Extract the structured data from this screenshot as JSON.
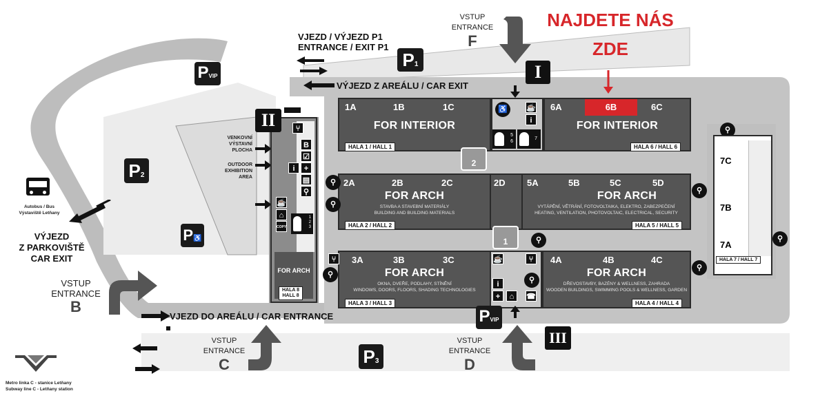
{
  "callout": {
    "line1": "NAJDETE NÁS",
    "line2": "ZDE",
    "color": "#d7262a"
  },
  "exits": {
    "p1_line1": "VJEZD / VÝJEZD P1",
    "p1_line2": "ENTRANCE / EXIT P1",
    "car_exit": "VÝJEZD Z AREÁLU / CAR EXIT",
    "car_entrance": "VJEZD DO AREÁLU / CAR ENTRANCE",
    "parking_exit_line1": "VÝJEZD",
    "parking_exit_line2": "Z PARKOVIŠTĚ",
    "parking_exit_line3": "CAR EXIT"
  },
  "gates": {
    "f": {
      "line1": "VSTUP",
      "line2": "ENTRANCE",
      "letter": "F"
    },
    "b": {
      "line1": "VSTUP",
      "line2": "ENTRANCE",
      "letter": "B"
    },
    "c": {
      "line1": "VSTUP",
      "line2": "ENTRANCE",
      "letter": "C"
    },
    "d": {
      "line1": "VSTUP",
      "line2": "ENTRANCE",
      "letter": "D"
    }
  },
  "parking": {
    "p1": "P",
    "p1_sub": "1",
    "p2": "P",
    "p2_sub": "2",
    "p3": "P",
    "p3_sub": "3",
    "pvip": "P",
    "pvip_sub": "VIP"
  },
  "bus": {
    "line1": "Autobus / Bus",
    "line2": "Výstaviště Letňany"
  },
  "metro": {
    "line1": "Metro linka C - stanice Letňany",
    "line2": "Subway line C - Letňany station"
  },
  "outdoor": {
    "cz1": "VENKOVNÍ",
    "cz2": "VÝSTAVNÍ",
    "cz3": "PLOCHA",
    "en1": "OUTDOOR",
    "en2": "EXHIBITION",
    "en3": "AREA"
  },
  "entrances": {
    "i": "I",
    "ii": "II",
    "iii": "III"
  },
  "hall6": {
    "sec_a": "6A",
    "sec_b": "6B",
    "sec_c": "6C",
    "title": "FOR INTERIOR",
    "tag": "HALA 6 / HALL 6"
  },
  "hall1": {
    "sec_a": "1A",
    "sec_b": "1B",
    "sec_c": "1C",
    "title": "FOR INTERIOR",
    "tag": "HALA 1 / HALL 1"
  },
  "hall2": {
    "sec_a": "2A",
    "sec_b": "2B",
    "sec_c": "2C",
    "title": "FOR ARCH",
    "sub1": "STAVBA A STAVEBNÍ MATERIÁLY",
    "sub2": "BUILDING AND BUILDING MATERIALS",
    "tag": "HALA 2 / HALL 2"
  },
  "hall2d": {
    "label": "2D"
  },
  "hall5": {
    "sec_a": "5A",
    "sec_b": "5B",
    "sec_c": "5C",
    "sec_d": "5D",
    "title": "FOR ARCH",
    "sub1": "VYTÁPĚNÍ, VĚTRÁNÍ, FOTOVOLTAIKA, ELEKTRO, ZABEZPEČENÍ",
    "sub2": "HEATING, VENTILATION, PHOTOVOLTAIC, ELECTRICAL, SECURITY",
    "tag": "HALA 5 / HALL 5"
  },
  "hall3": {
    "sec_a": "3A",
    "sec_b": "3B",
    "sec_c": "3C",
    "title": "FOR ARCH",
    "sub1": "OKNA, DVEŘE, PODLAHY, STÍNĚNÍ",
    "sub2": "WINDOWS, DOORS, FLOORS, SHADING TECHNOLOGIES",
    "tag": "HALA 3 / HALL 3"
  },
  "hall4": {
    "sec_a": "4A",
    "sec_b": "4B",
    "sec_c": "4C",
    "title": "FOR ARCH",
    "sub1": "DŘEVOSTAVBY, BAZÉNY & WELLNESS, ZAHRADA",
    "sub2": "WOODEN BUILDINGS, SWIMMING POOLS & WELLNESS, GARDEN",
    "tag": "HALA 4 / HALL 4"
  },
  "hall7": {
    "sec_c": "7C",
    "sec_b": "7B",
    "sec_a": "7A",
    "tag": "HALA 7 / HALL 7"
  },
  "hall8": {
    "title": "FOR ARCH",
    "tag1": "HALA 8",
    "tag2": "HALL 8"
  },
  "facilities": {
    "info": "i",
    "building": "B",
    "copy": "COPY",
    "meeting1": "1",
    "meeting2": "2",
    "room5": "5",
    "room6": "6",
    "room7": "7",
    "room1": "1",
    "room2": "2",
    "room3": "3"
  }
}
